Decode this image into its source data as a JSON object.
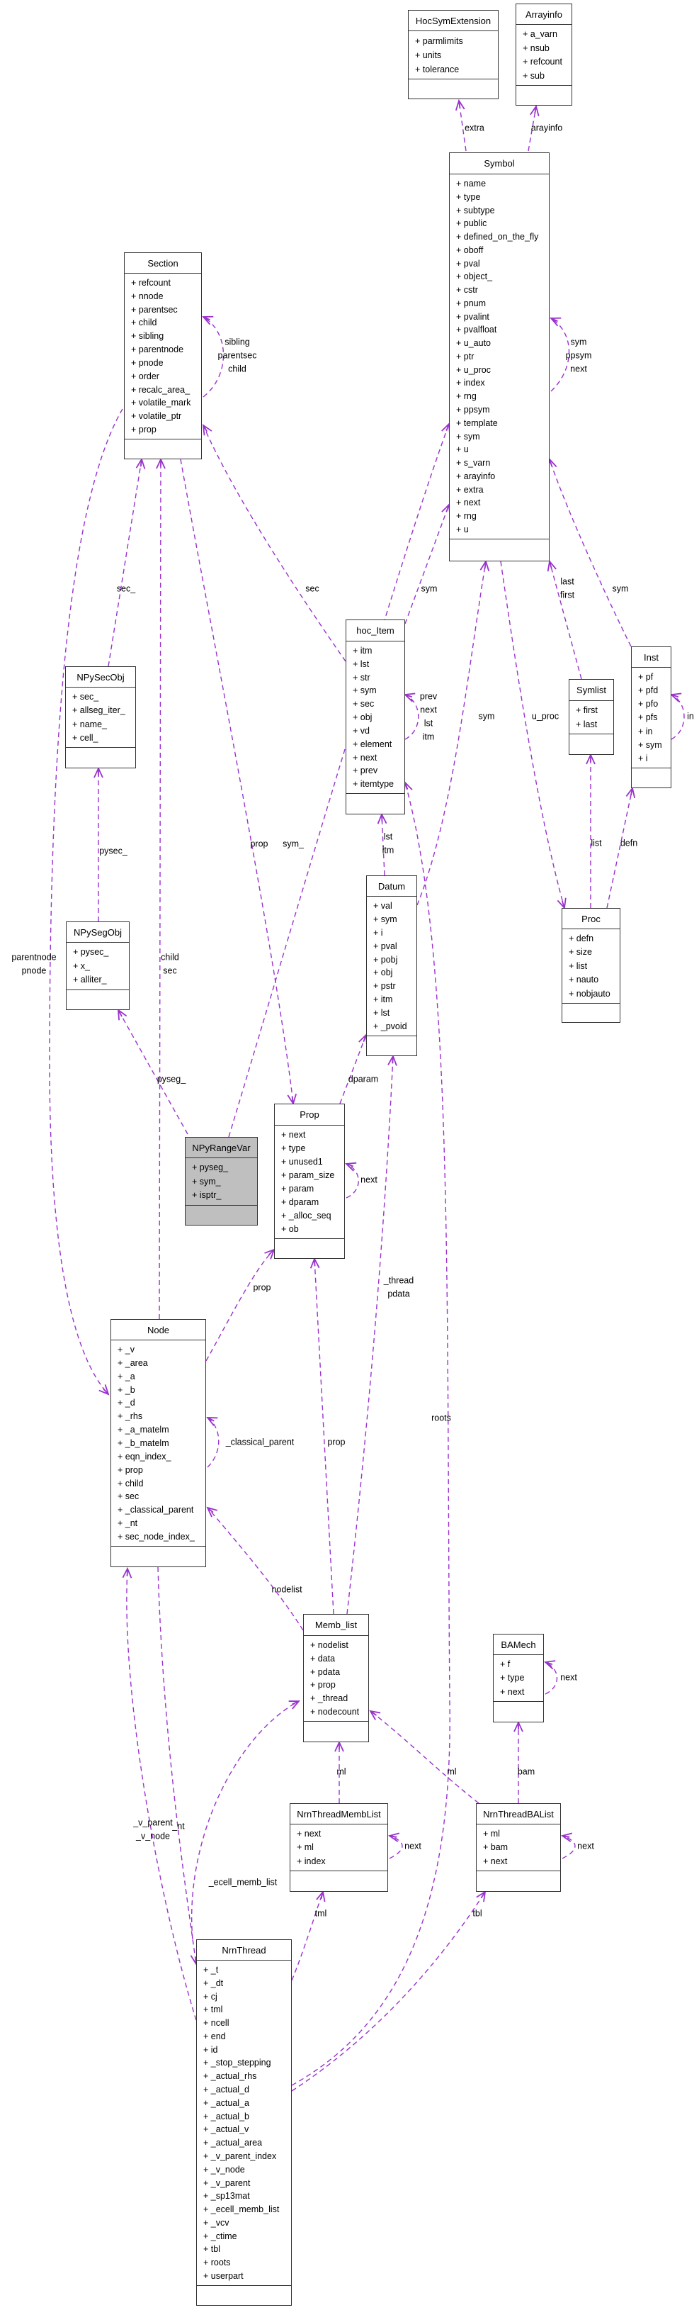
{
  "diagram": {
    "edge_color": "#9a32cd",
    "highlight_color": "#bfbfbf",
    "classes": [
      {
        "name": "HocSymExtension",
        "members": [
          "parmlimits",
          "units",
          "tolerance"
        ]
      },
      {
        "name": "Arrayinfo",
        "members": [
          "a_varn",
          "nsub",
          "refcount",
          "sub"
        ]
      },
      {
        "name": "Symbol",
        "members": [
          "name",
          "type",
          "subtype",
          "public",
          "defined_on_the_fly",
          "oboff",
          "pval",
          "object_",
          "cstr",
          "pnum",
          "pvalint",
          "pvalfloat",
          "u_auto",
          "ptr",
          "u_proc",
          "index",
          "rng",
          "ppsym",
          "template",
          "sym",
          "u",
          "s_varn",
          "arayinfo",
          "extra",
          "next",
          "rng",
          "u"
        ]
      },
      {
        "name": "Section",
        "members": [
          "refcount",
          "nnode",
          "parentsec",
          "child",
          "sibling",
          "parentnode",
          "pnode",
          "order",
          "recalc_area_",
          "volatile_mark",
          "volatile_ptr",
          "prop"
        ]
      },
      {
        "name": "hoc_Item",
        "members": [
          "itm",
          "lst",
          "str",
          "sym",
          "sec",
          "obj",
          "vd",
          "element",
          "next",
          "prev",
          "itemtype"
        ]
      },
      {
        "name": "Symlist",
        "members": [
          "first",
          "last"
        ]
      },
      {
        "name": "Inst",
        "members": [
          "pf",
          "pfd",
          "pfo",
          "pfs",
          "in",
          "sym",
          "i"
        ]
      },
      {
        "name": "Proc",
        "members": [
          "defn",
          "size",
          "list",
          "nauto",
          "nobjauto"
        ]
      },
      {
        "name": "Datum",
        "members": [
          "val",
          "sym",
          "i",
          "pval",
          "pobj",
          "obj",
          "pstr",
          "itm",
          "lst",
          "_pvoid"
        ]
      },
      {
        "name": "NPySecObj",
        "members": [
          "sec_",
          "allseg_iter_",
          "name_",
          "cell_"
        ]
      },
      {
        "name": "NPySegObj",
        "members": [
          "pysec_",
          "x_",
          "alliter_"
        ]
      },
      {
        "name": "NPyRangeVar",
        "members": [
          "pyseg_",
          "sym_",
          "isptr_"
        ],
        "highlighted": true
      },
      {
        "name": "Prop",
        "members": [
          "next",
          "type",
          "unused1",
          "param_size",
          "param",
          "dparam",
          "_alloc_seq",
          "ob"
        ]
      },
      {
        "name": "Node",
        "members": [
          "_v",
          "_area",
          "_a",
          "_b",
          "_d",
          "_rhs",
          "_a_matelm",
          "_b_matelm",
          "eqn_index_",
          "prop",
          "child",
          "sec",
          "_classical_parent",
          "_nt",
          "sec_node_index_"
        ]
      },
      {
        "name": "Memb_list",
        "members": [
          "nodelist",
          "data",
          "pdata",
          "prop",
          "_thread",
          "nodecount"
        ]
      },
      {
        "name": "BAMech",
        "members": [
          "f",
          "type",
          "next"
        ]
      },
      {
        "name": "NrnThreadMembList",
        "members": [
          "next",
          "ml",
          "index"
        ]
      },
      {
        "name": "NrnThreadBAList",
        "members": [
          "ml",
          "bam",
          "next"
        ]
      },
      {
        "name": "NrnThread",
        "members": [
          "_t",
          "_dt",
          "cj",
          "tml",
          "ncell",
          "end",
          "id",
          "_stop_stepping",
          "_actual_rhs",
          "_actual_d",
          "_actual_a",
          "_actual_b",
          "_actual_v",
          "_actual_area",
          "_v_parent_index",
          "_v_node",
          "_v_parent",
          "_sp13mat",
          "_ecell_memb_list",
          "_vcv",
          "_ctime",
          "tbl",
          "roots",
          "userpart"
        ]
      }
    ],
    "edges": [
      {
        "from": "Symbol",
        "to": "HocSymExtension",
        "labels": [
          "extra"
        ]
      },
      {
        "from": "Symbol",
        "to": "Arrayinfo",
        "labels": [
          "arayinfo"
        ]
      },
      {
        "from": "Section",
        "to": "Section",
        "labels": [
          "sibling",
          "parentsec",
          "child"
        ]
      },
      {
        "from": "Symbol",
        "to": "Symbol",
        "labels": [
          "sym",
          "ppsym",
          "next"
        ]
      },
      {
        "from": "hoc_Item",
        "to": "Symbol",
        "labels": [
          "sym"
        ]
      },
      {
        "from": "hoc_Item",
        "to": "Section",
        "labels": [
          "sec"
        ]
      },
      {
        "from": "Datum",
        "to": "Symbol",
        "labels": [
          "sym"
        ]
      },
      {
        "from": "Symbol",
        "to": "Proc",
        "labels": [
          "u_proc"
        ]
      },
      {
        "from": "Symlist",
        "to": "Symbol",
        "labels": [
          "last",
          "first"
        ]
      },
      {
        "from": "Inst",
        "to": "Symbol",
        "labels": [
          "sym"
        ]
      },
      {
        "from": "Inst",
        "to": "Inst",
        "labels": [
          "in"
        ]
      },
      {
        "from": "hoc_Item",
        "to": "hoc_Item",
        "labels": [
          "prev",
          "next",
          "lst",
          "itm"
        ]
      },
      {
        "from": "Datum",
        "to": "hoc_Item",
        "labels": [
          "lst",
          "itm"
        ]
      },
      {
        "from": "Proc",
        "to": "Symlist",
        "labels": [
          "list"
        ]
      },
      {
        "from": "Proc",
        "to": "Inst",
        "labels": [
          "defn"
        ]
      },
      {
        "from": "NrnThread",
        "to": "hoc_Item",
        "labels": [
          "roots"
        ]
      },
      {
        "from": "NPySecObj",
        "to": "Section",
        "labels": [
          "sec_"
        ]
      },
      {
        "from": "NPySegObj",
        "to": "NPySecObj",
        "labels": [
          "pysec_"
        ]
      },
      {
        "from": "NPyRangeVar",
        "to": "NPySegObj",
        "labels": [
          "pyseg_"
        ]
      },
      {
        "from": "NPyRangeVar",
        "to": "Symbol",
        "labels": [
          "sym_"
        ]
      },
      {
        "from": "Node",
        "to": "Section",
        "labels": [
          "child",
          "sec"
        ]
      },
      {
        "from": "Section",
        "to": "Node",
        "labels": [
          "parentnode",
          "pnode"
        ]
      },
      {
        "from": "Node",
        "to": "Prop",
        "labels": [
          "prop"
        ]
      },
      {
        "from": "Section",
        "to": "Prop",
        "labels": [
          "prop"
        ]
      },
      {
        "from": "Prop",
        "to": "Datum",
        "labels": [
          "dparam"
        ]
      },
      {
        "from": "Prop",
        "to": "Prop",
        "labels": [
          "next"
        ]
      },
      {
        "from": "Node",
        "to": "Node",
        "labels": [
          "_classical_parent"
        ]
      },
      {
        "from": "Memb_list",
        "to": "Node",
        "labels": [
          "nodelist"
        ]
      },
      {
        "from": "Memb_list",
        "to": "Prop",
        "labels": [
          "prop"
        ]
      },
      {
        "from": "Memb_list",
        "to": "Datum",
        "labels": [
          "_thread",
          "pdata"
        ]
      },
      {
        "from": "NrnThreadMembList",
        "to": "Memb_list",
        "labels": [
          "ml"
        ]
      },
      {
        "from": "NrnThreadBAList",
        "to": "Memb_list",
        "labels": [
          "ml"
        ]
      },
      {
        "from": "NrnThreadBAList",
        "to": "BAMech",
        "labels": [
          "bam"
        ]
      },
      {
        "from": "BAMech",
        "to": "BAMech",
        "labels": [
          "next"
        ]
      },
      {
        "from": "NrnThreadMembList",
        "to": "NrnThreadMembList",
        "labels": [
          "next"
        ]
      },
      {
        "from": "NrnThreadBAList",
        "to": "NrnThreadBAList",
        "labels": [
          "next"
        ]
      },
      {
        "from": "NrnThread",
        "to": "NrnThreadMembList",
        "labels": [
          "tml"
        ]
      },
      {
        "from": "NrnThread",
        "to": "NrnThreadBAList",
        "labels": [
          "tbl"
        ]
      },
      {
        "from": "NrnThread",
        "to": "Memb_list",
        "labels": [
          "_ecell_memb_list"
        ]
      },
      {
        "from": "NrnThread",
        "to": "Node",
        "labels": [
          "_v_parent",
          "_v_node"
        ]
      },
      {
        "from": "Node",
        "to": "NrnThread",
        "labels": [
          "_nt"
        ]
      }
    ]
  }
}
